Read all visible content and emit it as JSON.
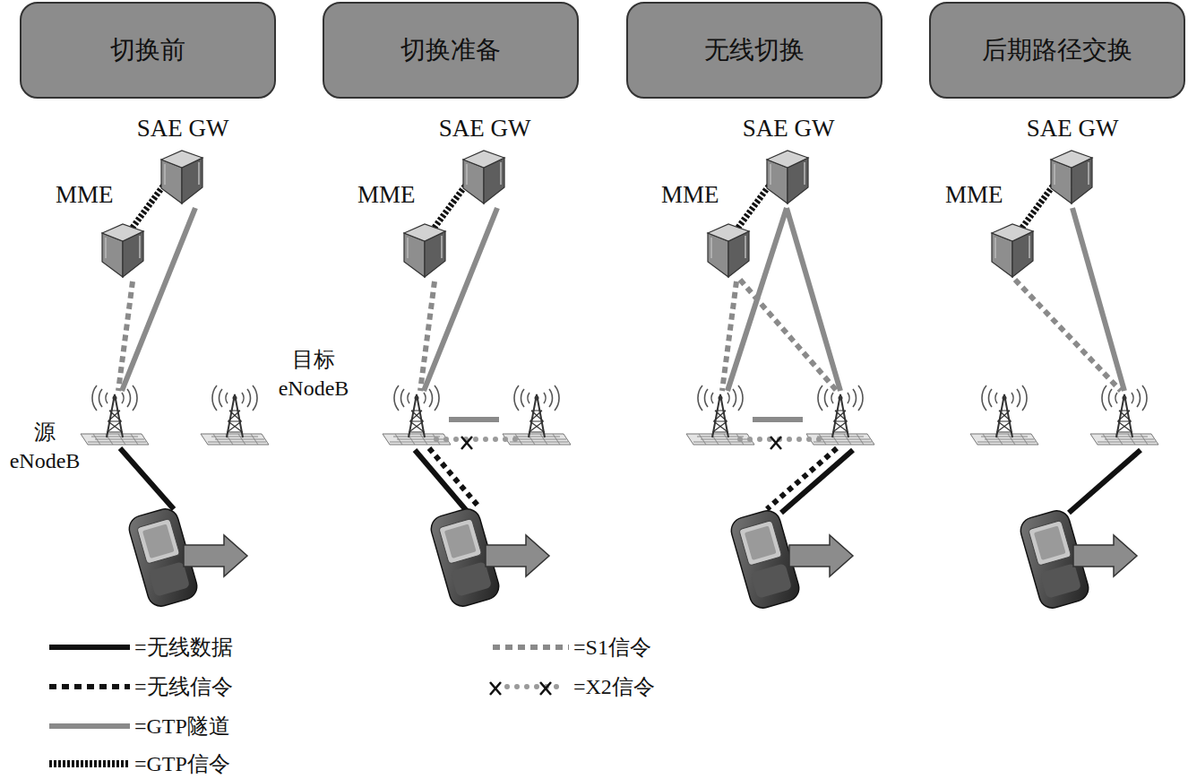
{
  "diagram": {
    "nodes": [
      {
        "text": [
          "切换前"
        ]
      },
      {
        "text": [
          "切换准备"
        ]
      },
      {
        "text": [
          "无线切换"
        ]
      },
      {
        "text": [
          "后期路径交换"
        ]
      },
      {
        "text": [
          "SAE GW"
        ]
      },
      {
        "text": [
          "MME"
        ]
      },
      {
        "text": [
          "SAE GW"
        ]
      },
      {
        "text": [
          "MME"
        ]
      },
      {
        "text": [
          "SAE GW"
        ]
      },
      {
        "text": [
          "MME"
        ]
      },
      {
        "text": [
          "SAE GW"
        ]
      },
      {
        "text": [
          "MME"
        ]
      }
    ],
    "edges": [
      {
        "from": 5,
        "to": 4,
        "arrow": "none"
      },
      {
        "from": 7,
        "to": 6,
        "arrow": "none"
      },
      {
        "from": 9,
        "to": 8,
        "arrow": "none"
      },
      {
        "from": 11,
        "to": 10,
        "arrow": "none"
      }
    ],
    "labels": [
      "目标 eNodeB",
      "源 eNodeB"
    ],
    "legend": [
      {
        "text": "=无线数据"
      },
      {
        "text": "=无线信令"
      },
      {
        "text": "=GTP隧道"
      },
      {
        "text": "=GTP信令"
      },
      {
        "text": "=S1信令"
      },
      {
        "text": "=X2信令"
      }
    ]
  }
}
